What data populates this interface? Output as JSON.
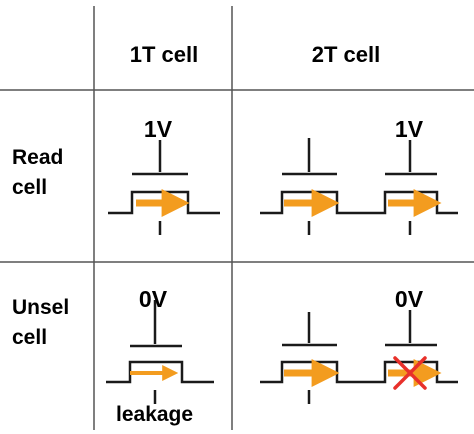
{
  "table": {
    "columns": [
      "1T cell",
      "2T cell"
    ],
    "rows": [
      {
        "label_line1": "Read",
        "label_line2": "cell"
      },
      {
        "label_line1": "Unsel",
        "label_line2": "cell"
      }
    ]
  },
  "voltages": {
    "read_1t": "1V",
    "read_2t": "1V",
    "unsel_1t": "0V",
    "unsel_2t": "0V"
  },
  "annotations": {
    "leakage": "leakage"
  },
  "colors": {
    "arrow": "#f39c1f",
    "cross": "#e8302a",
    "line": "#1a1a1a",
    "grid": "#555555"
  }
}
